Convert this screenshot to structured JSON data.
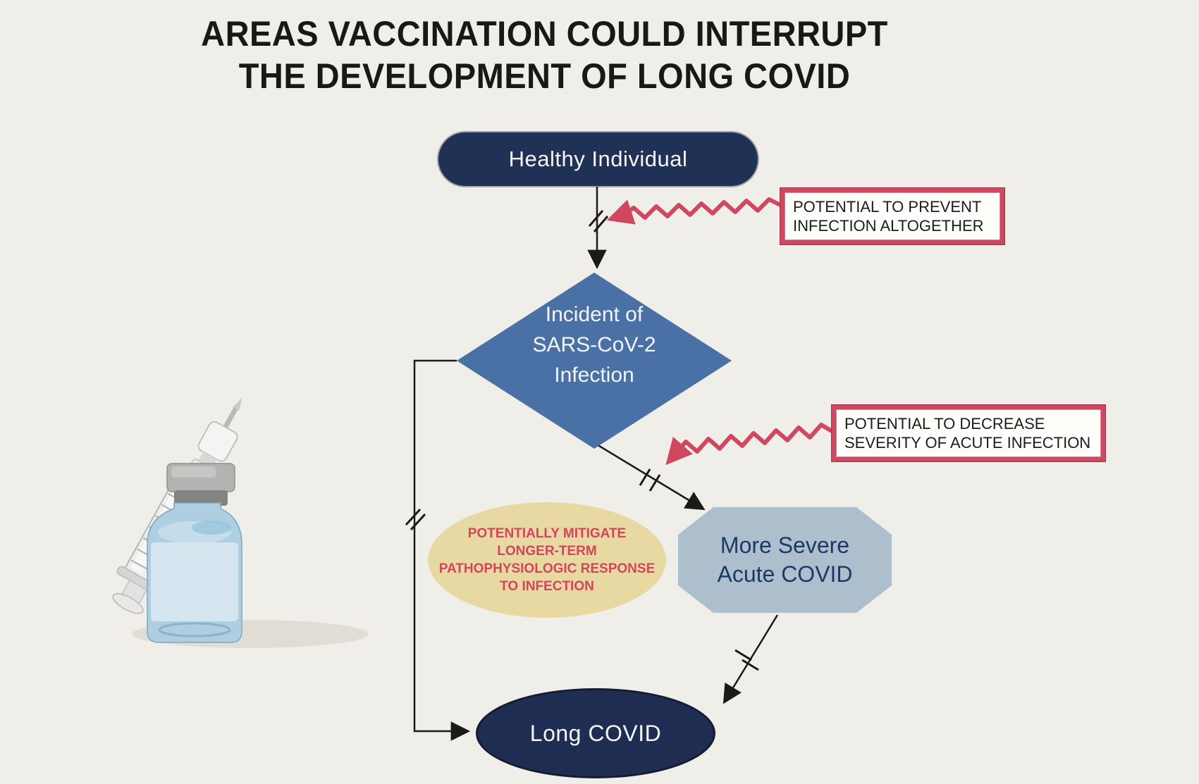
{
  "title": {
    "lines": [
      "AREAS VACCINATION COULD INTERRUPT",
      "THE DEVELOPMENT OF LONG COVID"
    ]
  },
  "nodes": {
    "healthy": {
      "label": "Healthy Individual"
    },
    "incident": {
      "lines": [
        "Incident of",
        "SARS-CoV-2",
        "Infection"
      ]
    },
    "severe": {
      "lines": [
        "More Severe",
        "Acute COVID"
      ]
    },
    "mitigate": {
      "lines": [
        "POTENTIALLY MITIGATE",
        "LONGER-TERM",
        "PATHOPHYSIOLOGIC RESPONSE",
        "TO INFECTION"
      ]
    },
    "long_covid": {
      "label": "Long COVID"
    }
  },
  "callouts": {
    "prevent": {
      "lines": [
        "POTENTIAL TO PREVENT",
        "INFECTION ALTOGETHER"
      ]
    },
    "decrease": {
      "lines": [
        "POTENTIAL TO DECREASE",
        "SEVERITY OF ACUTE INFECTION"
      ]
    }
  },
  "icons": {
    "vaccine_vial": "vaccine-vial-icon",
    "syringe": "syringe-icon"
  },
  "colors": {
    "background": "#f0eee8",
    "navy_pill": "#203156",
    "navy_ellipse": "#1f2d52",
    "diamond_blue": "#4a71a6",
    "octagon_gray_blue": "#adbecd",
    "highlight_yellow": "#e8d9a2",
    "accent_red": "#d04760",
    "text_dark": "#181818"
  }
}
